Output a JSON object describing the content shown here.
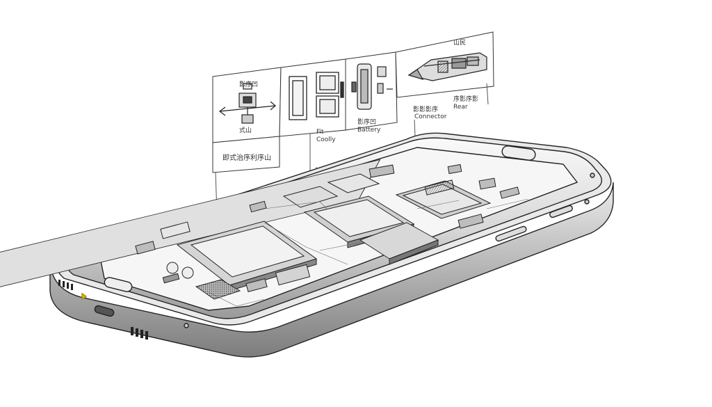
{
  "diagram": {
    "panels": [
      {
        "id": "panel-1",
        "labels": [
          "即式治序利序山",
          "式山"
        ],
        "caption_top": "影序凹"
      },
      {
        "id": "panel-2",
        "labels": [
          "Fit",
          "Coolly"
        ]
      },
      {
        "id": "panel-3",
        "labels": [
          "影序凹",
          "Battery"
        ]
      },
      {
        "id": "panel-4",
        "labels": [
          "影影影序",
          "Connector"
        ],
        "top_label": "山民",
        "right_labels": [
          "序影序影",
          "Rear"
        ]
      }
    ],
    "colors": {
      "line": "#222222",
      "metal_light": "#f2f2f2",
      "metal_mid": "#cfcfcf",
      "metal_dark": "#8a8a8a",
      "board": "#e6e6e6",
      "accent": "#e6c200"
    }
  }
}
